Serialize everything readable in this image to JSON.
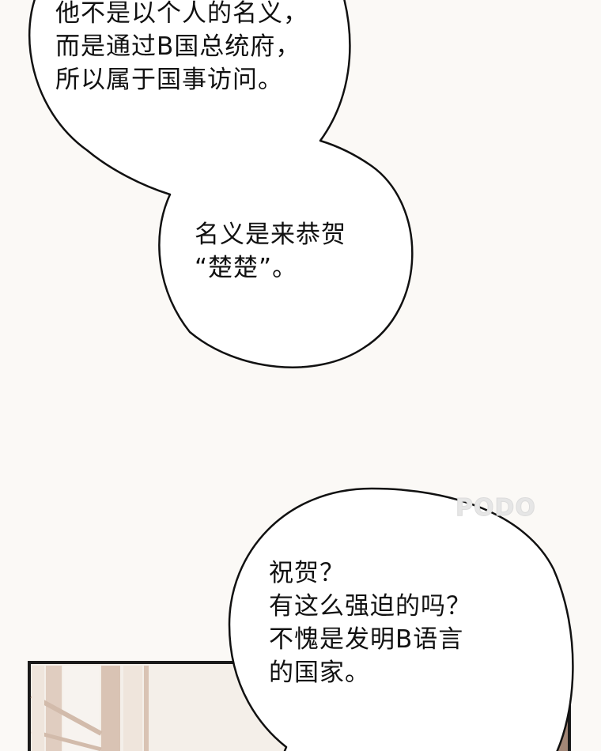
{
  "bubble_top": {
    "lines": [
      "他不是以个人的名义，",
      "而是通过B国总统府，",
      "所以属于国事访问。"
    ]
  },
  "bubble_middle": {
    "lines": [
      "名义是来恭贺",
      "“楚楚”。"
    ]
  },
  "bubble_bottom": {
    "lines": [
      "祝贺？",
      "有这么强迫的吗？",
      "不愧是发明B语言",
      "的国家。"
    ]
  },
  "watermark": "PODO",
  "colors": {
    "page": "#fbf9f6",
    "bubble_fill": "#ffffff",
    "bubble_stroke": "#111111",
    "panel_border": "#1a1a1a",
    "panel_wall": "#f4efe9",
    "panel_wood": "#cdb6a6",
    "panel_wood_dark": "#a38777"
  }
}
